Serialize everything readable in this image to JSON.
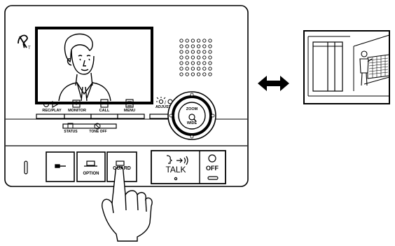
{
  "panel": {
    "buttons_row1": [
      {
        "label": "REC/PLAY",
        "icon": "circle-play-icon"
      },
      {
        "label": "MONITOR",
        "icon": "monitor-icon"
      },
      {
        "label": "CALL",
        "icon": "call-icon"
      },
      {
        "label": "MENU",
        "icon": "menu-icon"
      }
    ],
    "adjust_label": "ADJUST",
    "status_label": "STATUS",
    "tone_off_label": "TONE OFF",
    "zoom_label": "ZOOM",
    "wide_label": "WIDE",
    "buttons_row2": [
      {
        "label": "",
        "icon": "key-icon"
      },
      {
        "label": "OPTION",
        "icon": "option-icon"
      },
      {
        "label": "GUARD",
        "icon": "guard-icon"
      }
    ],
    "talk_label": "TALK",
    "off_label": "OFF"
  },
  "colors": {
    "line": "#000000",
    "background": "#ffffff",
    "panel": "#ffffff"
  }
}
